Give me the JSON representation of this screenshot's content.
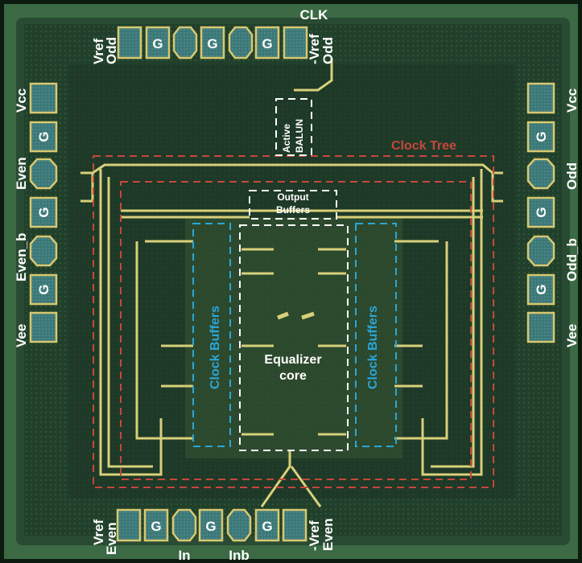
{
  "title_pad": "CLK",
  "top_pads": {
    "left_label_1": "Vref",
    "left_label_2": "Odd",
    "right_label_1": "-Vref",
    "right_label_2": "Odd",
    "ground": "G"
  },
  "bottom_pads": {
    "left_label_1": "Vref",
    "left_label_2": "Even",
    "right_label_1": "-Vref",
    "right_label_2": "Even",
    "in": "In",
    "inb": "Inb",
    "ground": "G"
  },
  "left_pads": [
    "Vcc",
    "Even",
    "Even_b",
    "Vee"
  ],
  "right_pads": [
    "Vcc",
    "Odd",
    "Odd_b",
    "Vee"
  ],
  "blocks": {
    "active_balun_1": "Active",
    "active_balun_2": "BALUN",
    "clock_tree": "Clock Tree",
    "output_buffers_1": "Output",
    "output_buffers_2": "Buffers",
    "clock_buffers_left": "Clock Buffers",
    "clock_buffers_right": "Clock Buffers",
    "equalizer_1": "Equalizer",
    "equalizer_2": "core"
  },
  "colors": {
    "die": "#23402b",
    "pad": "#3f7f80",
    "metal": "#d8d07a",
    "clock_tree": "#c8463c",
    "clock_buffers": "#2aa6d8",
    "block": "#ffffff"
  }
}
